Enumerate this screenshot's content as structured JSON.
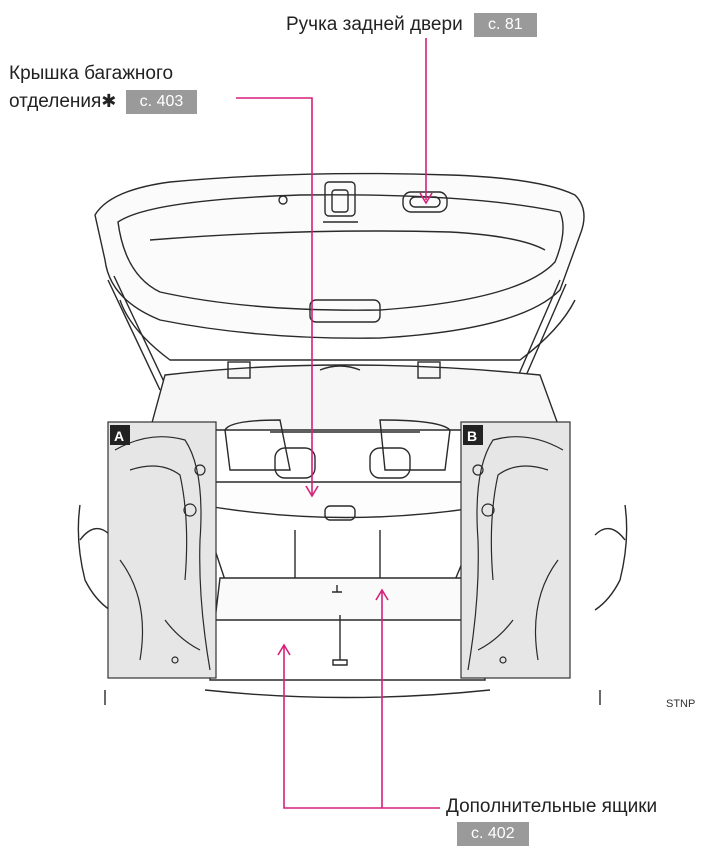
{
  "callouts": {
    "tailgate_handle": {
      "label": "Ручка задней двери",
      "page_ref": "с. 81"
    },
    "tonneau_cover": {
      "label_line1": "Крышка багажного",
      "label_line2": "отделения",
      "asterisk": "✱",
      "page_ref": "с. 403"
    },
    "under_floor_boxes": {
      "label": "Дополнительные ящики",
      "page_ref": "с. 402"
    }
  },
  "insets": {
    "a": "A",
    "b": "B"
  },
  "image_code": "STNP",
  "colors": {
    "callout_line": "#d6207a",
    "badge_bg": "#9a9a9a",
    "inset_bg": "#e6e6e6",
    "drawing": "#2a2a2a"
  }
}
